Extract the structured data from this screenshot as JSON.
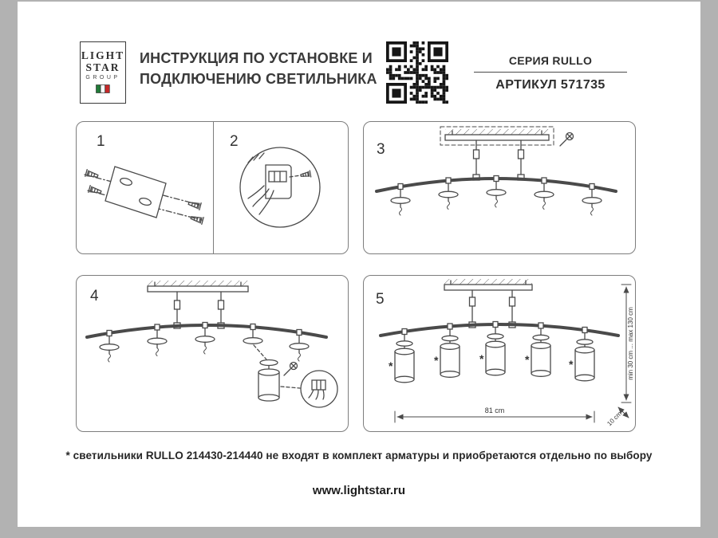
{
  "document": {
    "title_line1": "ИНСТРУКЦИЯ ПО УСТАНОВКЕ И",
    "title_line2": "ПОДКЛЮЧЕНИЮ СВЕТИЛЬНИКА",
    "series_label": "СЕРИЯ RULLO",
    "article_label": "АРТИКУЛ 571735"
  },
  "logo": {
    "line1": "LIGHT",
    "line2": "STAR",
    "line3": "GROUP"
  },
  "steps": [
    {
      "number": "1"
    },
    {
      "number": "2"
    },
    {
      "number": "3"
    },
    {
      "number": "4"
    },
    {
      "number": "5"
    }
  ],
  "diagram": {
    "marker": "*",
    "dim_height": "min 30 cm ... max 130 cm",
    "dim_drop": "10 cm",
    "dim_width": "81 cm"
  },
  "footnote": "* светильники RULLO 214430-214440 не входят в комплект арматуры и приобретаются отдельно по выбору",
  "footer_url": "www.lightstar.ru",
  "colors": {
    "page_bg": "#b2b2b2",
    "paper": "#ffffff",
    "ink": "#3a3a3a",
    "line": "#4a4a4a",
    "flag_green": "#217a38",
    "flag_white": "#ffffff",
    "flag_red": "#c62828"
  }
}
